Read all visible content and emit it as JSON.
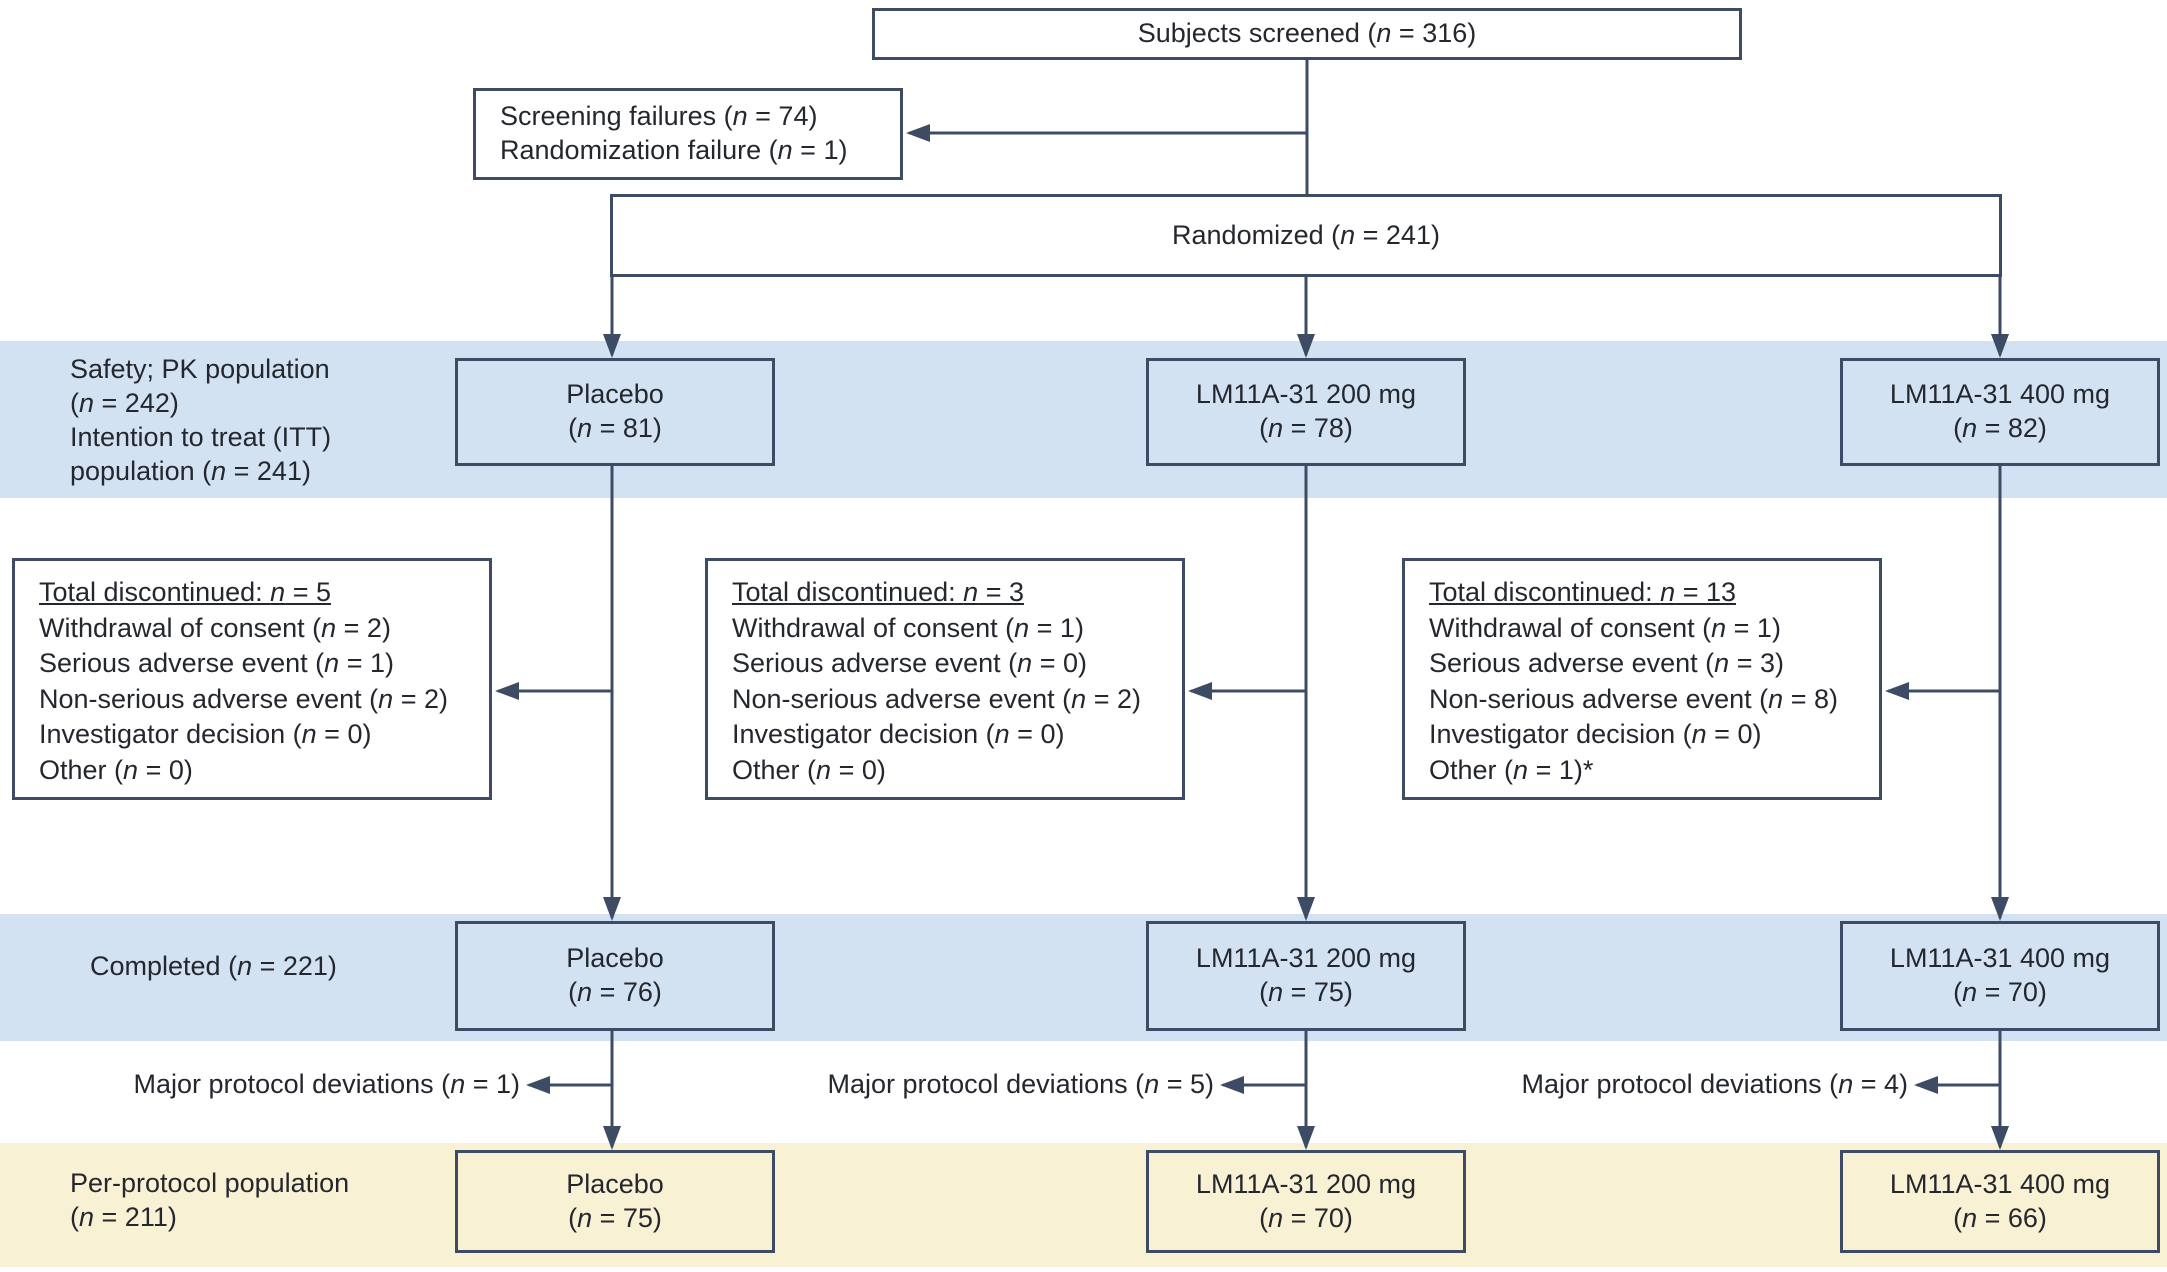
{
  "boxes": {
    "screened": "Subjects screened (n = 316)",
    "screening_failures": [
      "Screening failures (n = 74)",
      "Randomization failure (n = 1)"
    ],
    "randomized": "Randomized (n = 241)"
  },
  "bands": {
    "safety": {
      "label_lines": [
        "Safety; PK population",
        "(n = 242)",
        "Intention to treat (ITT)",
        "population (n = 241)"
      ]
    },
    "completed": {
      "label": "Completed (n = 221)"
    },
    "per_protocol": {
      "label_lines": [
        "Per-protocol population",
        "(n = 211)"
      ]
    }
  },
  "arms": [
    {
      "name": "Placebo",
      "randomized_n": "(n = 81)",
      "completed_n": "(n = 76)",
      "per_protocol_n": "(n = 75)",
      "major_protocol_deviations": "Major protocol deviations (n = 1)",
      "discontinued": {
        "title": "Total discontinued: n = 5",
        "lines": [
          "Withdrawal of consent (n = 2)",
          "Serious adverse event (n = 1)",
          "Non-serious adverse event (n = 2)",
          "Investigator decision (n = 0)",
          "Other (n = 0)"
        ]
      }
    },
    {
      "name": "LM11A-31 200 mg",
      "randomized_n": "(n = 78)",
      "completed_n": "(n = 75)",
      "per_protocol_n": "(n = 70)",
      "major_protocol_deviations": "Major protocol deviations (n = 5)",
      "discontinued": {
        "title": "Total discontinued: n = 3",
        "lines": [
          "Withdrawal of consent (n = 1)",
          "Serious adverse event (n = 0)",
          "Non-serious adverse event (n = 2)",
          "Investigator decision (n = 0)",
          "Other (n = 0)"
        ]
      }
    },
    {
      "name": "LM11A-31 400 mg",
      "randomized_n": "(n = 82)",
      "completed_n": "(n = 70)",
      "per_protocol_n": "(n = 66)",
      "major_protocol_deviations": "Major protocol deviations (n = 4)",
      "discontinued": {
        "title": "Total discontinued: n = 13",
        "lines": [
          "Withdrawal of consent (n = 1)",
          "Serious adverse event (n = 3)",
          "Non-serious adverse event (n = 8)",
          "Investigator decision (n = 0)",
          "Other (n = 1)*"
        ]
      }
    }
  ],
  "colors": {
    "band_blue": "#d3e2f2",
    "band_yellow": "#f8f1d4",
    "line": "#3d4c64",
    "box_fill": "#ffffff",
    "text": "#24282e"
  }
}
